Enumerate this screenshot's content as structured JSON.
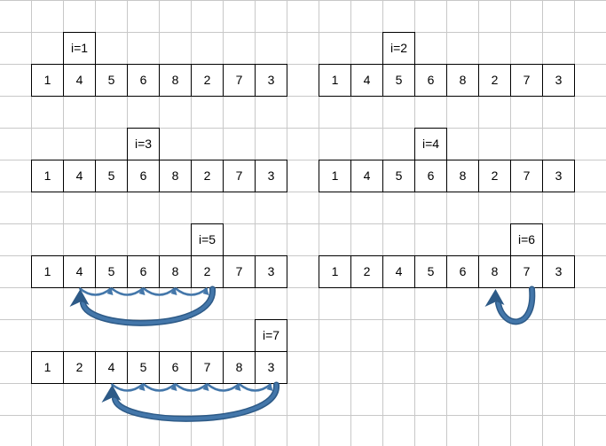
{
  "colors": {
    "grid": "#c8c8c8",
    "border": "#000000",
    "arrow": "#4477aa",
    "arrow_dark": "#2d5a87"
  },
  "panels": [
    {
      "label": "i=1",
      "marker_index": 1,
      "values": [
        "1",
        "4",
        "5",
        "6",
        "8",
        "2",
        "7",
        "3"
      ],
      "arrow": null
    },
    {
      "label": "i=2",
      "marker_index": 2,
      "values": [
        "1",
        "4",
        "5",
        "6",
        "8",
        "2",
        "7",
        "3"
      ],
      "arrow": null
    },
    {
      "label": "i=3",
      "marker_index": 3,
      "values": [
        "1",
        "4",
        "5",
        "6",
        "8",
        "2",
        "7",
        "3"
      ],
      "arrow": null
    },
    {
      "label": "i=4",
      "marker_index": 3,
      "values": [
        "1",
        "4",
        "5",
        "6",
        "8",
        "2",
        "7",
        "3"
      ],
      "arrow": null
    },
    {
      "label": "i=5",
      "marker_index": 5,
      "values": [
        "1",
        "4",
        "5",
        "6",
        "8",
        "2",
        "7",
        "3"
      ],
      "arrow": {
        "from_index": 5,
        "to_index": 1
      }
    },
    {
      "label": "i=6",
      "marker_index": 6,
      "values": [
        "1",
        "2",
        "4",
        "5",
        "6",
        "8",
        "7",
        "3"
      ],
      "arrow": {
        "from_index": 6,
        "to_index": 5
      }
    },
    {
      "label": "i=7",
      "marker_index": 7,
      "values": [
        "1",
        "2",
        "4",
        "5",
        "6",
        "7",
        "8",
        "3"
      ],
      "arrow": {
        "from_index": 7,
        "to_index": 2
      }
    }
  ]
}
